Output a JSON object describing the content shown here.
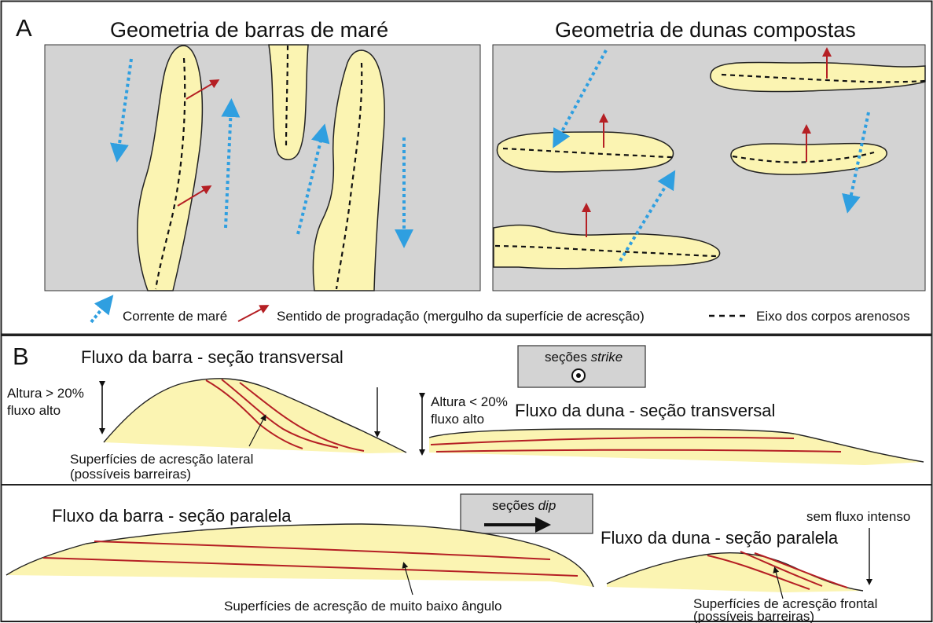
{
  "panel_a": {
    "letter": "A",
    "title_left": "Geometria de barras de maré",
    "title_right": "Geometria de dunas compostas"
  },
  "legend": {
    "tidal_current": "Corrente de maré",
    "progradation": "Sentido de progradação (mergulho da superfície de acresção)",
    "sand_axis": "Eixo dos corpos arenosos"
  },
  "panel_b": {
    "letter": "B",
    "bar_cross_title": "Fluxo da barra - seção transversal",
    "strike_label_prefix": "seções ",
    "strike_label_em": "strike",
    "height_gt_line1": "Altura > 20%",
    "height_gt_line2": "fluxo alto",
    "height_lt_line1": "Altura < 20%",
    "height_lt_line2": "fluxo alto",
    "dune_cross_title": "Fluxo da duna - seção transversal",
    "lateral_line1": "Superfícies de acresção lateral",
    "lateral_line2": "(possíveis barreiras)",
    "dip_label_prefix": "seções ",
    "dip_label_em": "dip",
    "bar_parallel_title": "Fluxo da barra - seção paralela",
    "no_flow": "sem fluxo intenso",
    "dune_parallel_title": "Fluxo da duna - seção paralela",
    "low_angle": "Superfícies de acresção de muito baixo ângulo",
    "frontal_line1": "Superfícies de acresção frontal",
    "frontal_line2": "(possíveis barreiras)"
  },
  "colors": {
    "sand": "#fbf4b2",
    "water": "#d3d3d3",
    "current": "#2f9fe0",
    "progradation": "#b51f24",
    "outline": "#111111"
  },
  "icons": [
    "dashed-blue-arrow-icon",
    "red-arrow-icon",
    "dashed-axis-line-icon",
    "out-of-page-circle-icon",
    "right-arrow-icon"
  ]
}
